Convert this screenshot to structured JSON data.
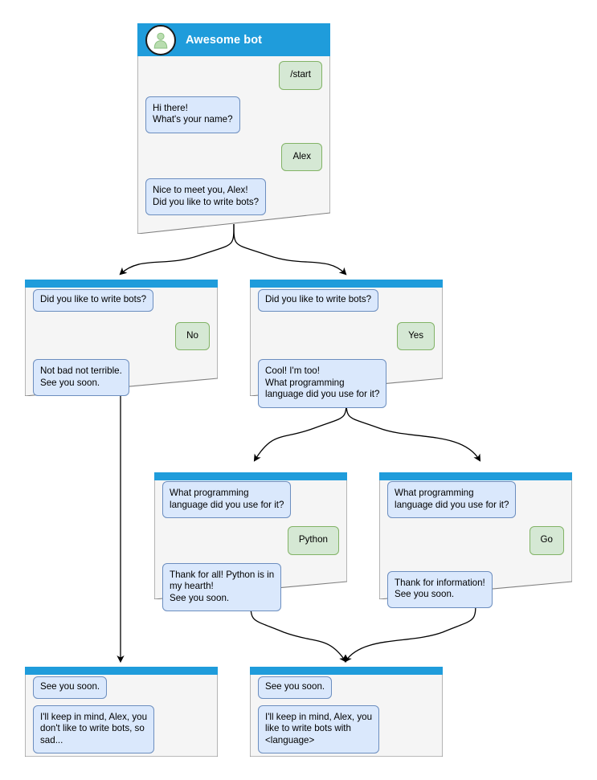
{
  "diagram": {
    "title": "Awesome bot conversation flow",
    "colors": {
      "titlebar": "#1f9cdb",
      "node_fill": "#f5f5f5",
      "node_stroke": "#808080",
      "bot_bubble_fill": "#dae8fc",
      "bot_bubble_stroke": "#6c8ebf",
      "user_bubble_fill": "#d5e8d4",
      "user_bubble_stroke": "#82b366",
      "edge_stroke": "#000000",
      "avatar_glyph": "#b9ddb0",
      "title_text": "#ffffff"
    }
  },
  "nodes": {
    "start": {
      "id": "start",
      "header": {
        "title": "Awesome bot",
        "avatar_icon": "user-avatar-icon"
      },
      "messages": [
        {
          "side": "right",
          "author": "user",
          "text": "/start"
        },
        {
          "side": "left",
          "author": "bot",
          "text": "Hi there!\nWhat's your name?"
        },
        {
          "side": "right",
          "author": "user",
          "text": "Alex"
        },
        {
          "side": "left",
          "author": "bot",
          "text": "Nice to meet you, Alex!\nDid you like to write bots?"
        }
      ]
    },
    "answer_no": {
      "id": "answer_no",
      "messages": [
        {
          "side": "left",
          "author": "bot",
          "text": "Did you like to write bots?"
        },
        {
          "side": "right",
          "author": "user",
          "text": "No"
        },
        {
          "side": "left",
          "author": "bot",
          "text": "Not bad not terrible.\nSee you soon."
        }
      ]
    },
    "answer_yes": {
      "id": "answer_yes",
      "messages": [
        {
          "side": "left",
          "author": "bot",
          "text": "Did you like to write bots?"
        },
        {
          "side": "right",
          "author": "user",
          "text": "Yes"
        },
        {
          "side": "left",
          "author": "bot",
          "text": "Cool! I'm too!\nWhat programming\nlanguage did you use for it?"
        }
      ]
    },
    "lang_python": {
      "id": "lang_python",
      "messages": [
        {
          "side": "left",
          "author": "bot",
          "text": "What programming\nlanguage did you use for it?"
        },
        {
          "side": "right",
          "author": "user",
          "text": "Python"
        },
        {
          "side": "left",
          "author": "bot",
          "text": "Thank for all! Python is in\nmy hearth!\nSee you soon."
        }
      ]
    },
    "lang_go": {
      "id": "lang_go",
      "messages": [
        {
          "side": "left",
          "author": "bot",
          "text": "What programming\nlanguage did you use for it?"
        },
        {
          "side": "right",
          "author": "user",
          "text": "Go"
        },
        {
          "side": "left",
          "author": "bot",
          "text": "Thank for information!\nSee you soon."
        }
      ]
    },
    "end_sad": {
      "id": "end_sad",
      "messages": [
        {
          "side": "left",
          "author": "bot",
          "text": "See you soon."
        },
        {
          "side": "left",
          "author": "bot",
          "text": "I'll keep in mind, Alex, you\ndon't like to write bots, so\nsad..."
        }
      ]
    },
    "end_happy": {
      "id": "end_happy",
      "messages": [
        {
          "side": "left",
          "author": "bot",
          "text": "See you soon."
        },
        {
          "side": "left",
          "author": "bot",
          "text": "I'll keep in mind, Alex, you\nlike to write bots with\n<language>"
        }
      ]
    }
  }
}
